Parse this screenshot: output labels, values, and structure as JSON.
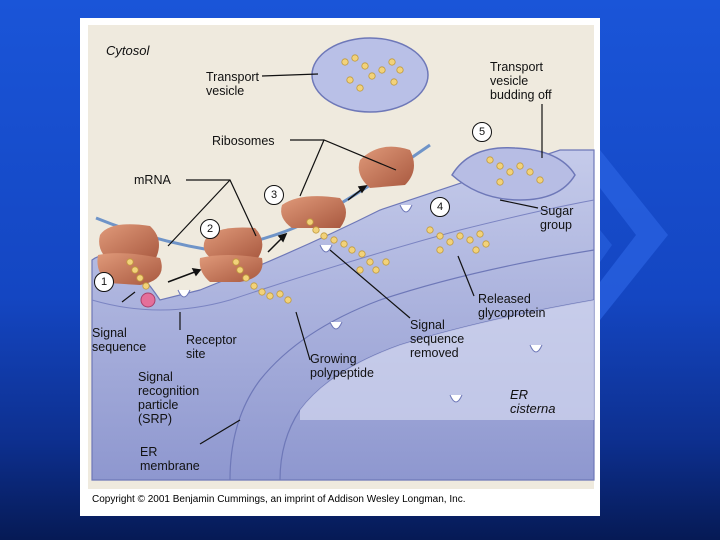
{
  "diagram": {
    "region_labels": {
      "cytosol": "Cytosol",
      "er_cisterna": "ER\ncisterna"
    },
    "labels": {
      "transport_vesicle": "Transport\nvesicle",
      "transport_vesicle_budding": "Transport\nvesicle\nbudding off",
      "ribosomes": "Ribosomes",
      "mrna": "mRNA",
      "sugar_group": "Sugar\ngroup",
      "released_glycoprotein": "Released\nglycoprotein",
      "signal_sequence": "Signal\nsequence",
      "receptor_site": "Receptor\nsite",
      "srp": "Signal\nrecognition\nparticle\n(SRP)",
      "signal_sequence_removed": "Signal\nsequence\nremoved",
      "growing_polypeptide": "Growing\npolypeptide",
      "er_membrane": "ER\nmembrane"
    },
    "steps": [
      "1",
      "2",
      "3",
      "4",
      "5"
    ],
    "copyright": "Copyright © 2001 Benjamin Cummings, an imprint of Addison Wesley Longman, Inc."
  },
  "colors": {
    "slide_background": "#1a55d8",
    "figure_background": "#efeade",
    "er_membrane": "#a9b1dc",
    "ribosome": "#c77a5c",
    "polypeptide": "#f2d27a"
  }
}
